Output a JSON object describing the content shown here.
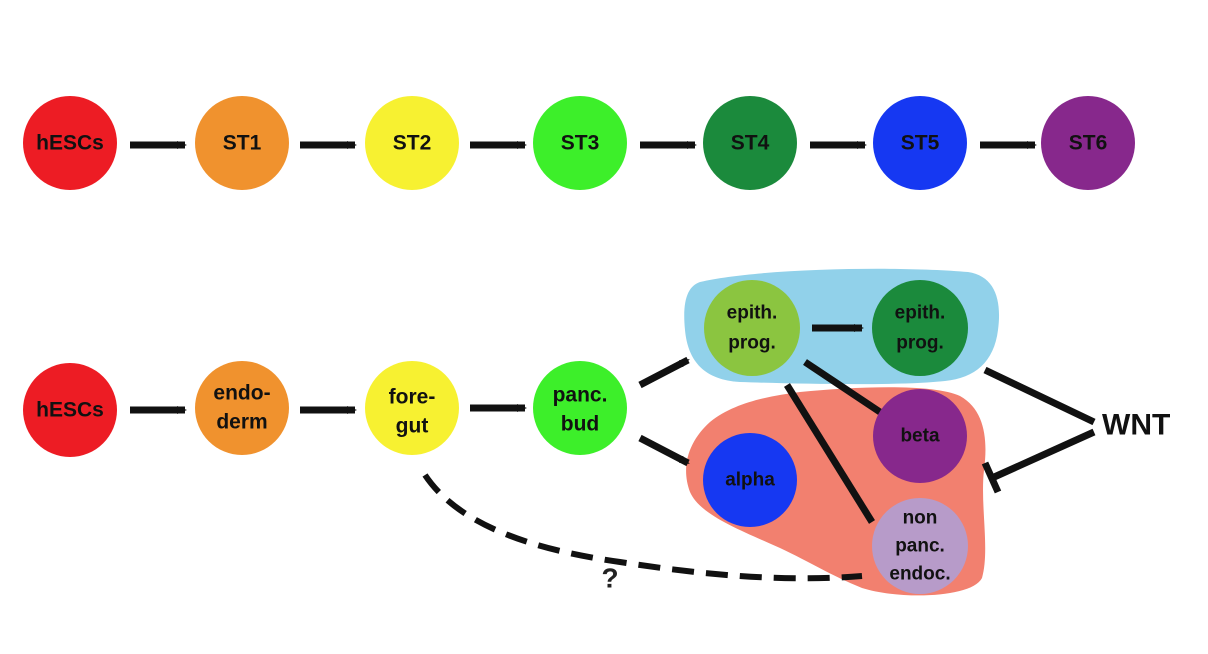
{
  "top_row": {
    "nodes": [
      {
        "label": "hESCs",
        "color": "#ed1c24"
      },
      {
        "label": "ST1",
        "color": "#f0922e"
      },
      {
        "label": "ST2",
        "color": "#f7f131"
      },
      {
        "label": "ST3",
        "color": "#3def2a"
      },
      {
        "label": "ST4",
        "color": "#1b8a3c"
      },
      {
        "label": "ST5",
        "color": "#1638f2"
      },
      {
        "label": "ST6",
        "color": "#87288c"
      }
    ]
  },
  "bottom_row": {
    "hescs": {
      "lines": [
        "hESCs"
      ],
      "color": "#ed1c24"
    },
    "endoderm": {
      "lines": [
        "endo-",
        "derm"
      ],
      "color": "#f0922e"
    },
    "foregut": {
      "lines": [
        "fore-",
        "gut"
      ],
      "color": "#f7f131"
    },
    "panc_bud": {
      "lines": [
        "panc.",
        "bud"
      ],
      "color": "#3def2a"
    },
    "epith_prog_1": {
      "lines": [
        "epith.",
        "prog."
      ],
      "color": "#8bc540"
    },
    "epith_prog_2": {
      "lines": [
        "epith.",
        "prog."
      ],
      "color": "#1b8a3c"
    },
    "beta": {
      "lines": [
        "beta"
      ],
      "color": "#87288c"
    },
    "alpha": {
      "lines": [
        "alpha"
      ],
      "color": "#1638f2"
    },
    "non_panc_endoc": {
      "lines": [
        "non",
        "panc.",
        "endoc."
      ],
      "color": "#b79bc9"
    }
  },
  "regions": {
    "progenitor_region_color": "#91d1ea",
    "endocrine_region_color": "#f2806f"
  },
  "wnt": {
    "label": "WNT"
  },
  "question": {
    "label": "?"
  }
}
